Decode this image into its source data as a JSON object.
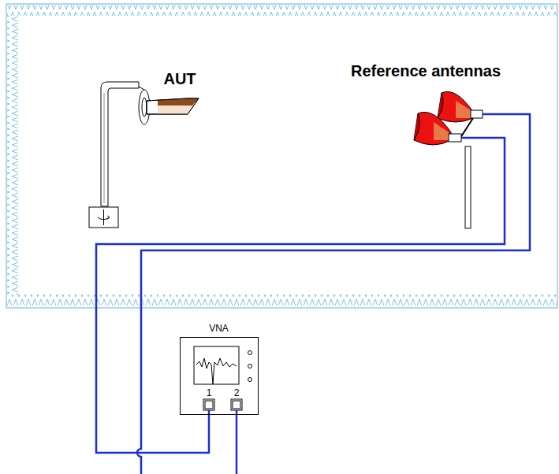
{
  "diagram": {
    "nodes": [
      {
        "text": [
          "VNA"
        ]
      }
    ],
    "labels": [
      "AUT",
      "Reference antennas",
      "1",
      "2"
    ]
  }
}
